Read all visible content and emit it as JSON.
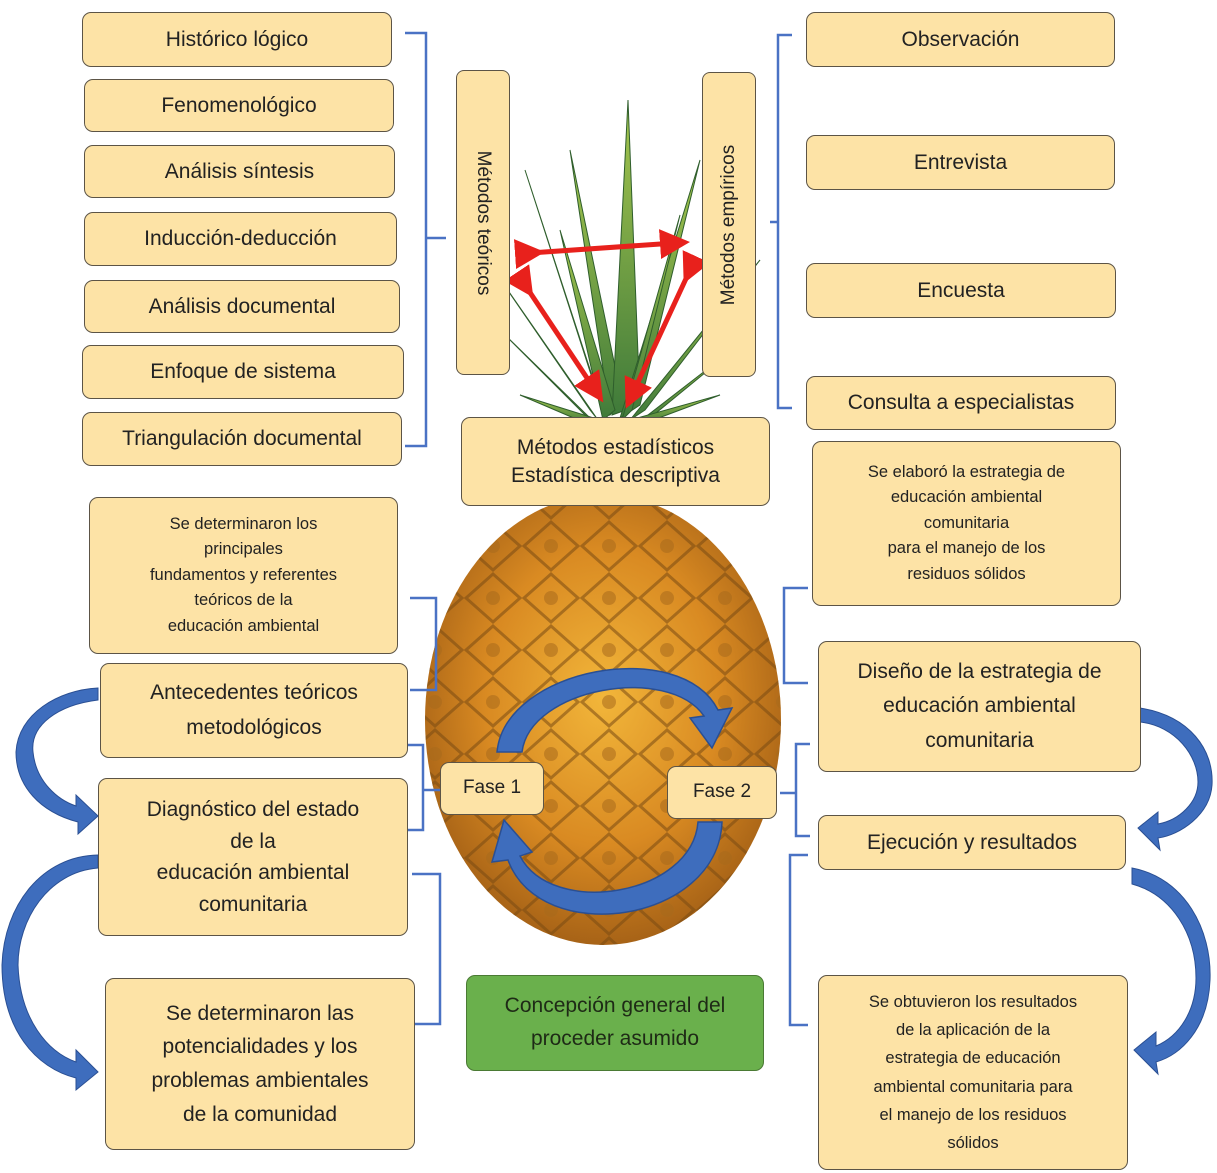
{
  "methods": {
    "theoretical_label": "Métodos teóricos",
    "theoretical": [
      "Histórico lógico",
      "Fenomenológico",
      "Análisis síntesis",
      "Inducción-deducción",
      "Análisis documental",
      "Enfoque de sistema",
      "Triangulación documental"
    ],
    "empirical_label": "Métodos empíricos",
    "empirical": [
      "Observación",
      "Entrevista",
      "Encuesta",
      "Consulta a especialistas"
    ],
    "statistical": "Métodos estadísticos\nEstadística descriptiva"
  },
  "phase1": {
    "label": "Fase 1",
    "result": "Se determinaron los\nprincipales\nfundamentos y referentes\nteóricos de la\neducación ambiental",
    "antecedentes": "Antecedentes teóricos\nmetodológicos",
    "diagnostico": "Diagnóstico del estado\nde la\neducación ambiental\ncomunitaria",
    "potencialidades": "Se determinaron las\npotencialidades y los\nproblemas ambientales\nde la comunidad"
  },
  "phase2": {
    "label": "Fase 2",
    "result": "Se elaboró la estrategia de\neducación ambiental\ncomunitaria\npara el manejo de los\nresiduos sólidos",
    "diseno": "Diseño de la estrategia de\neducación ambiental\ncomunitaria",
    "ejecucion": "Ejecución y resultados",
    "resultados": "Se obtuvieron los resultados\nde la aplicación de la\nestrategia de educación\nambiental comunitaria para\nel manejo de los residuos\nsólidos"
  },
  "conclusion": "Concepción general del\nproceder asumido",
  "colors": {
    "box_fill": "#fde3a6",
    "box_border": "#5c5446",
    "bracket": "#4a72c4",
    "cycle_arrow": "#3e6dbd",
    "red_arrow": "#e8211c",
    "conclusion_fill": "#6ab04c"
  },
  "illustration": "pineapple"
}
